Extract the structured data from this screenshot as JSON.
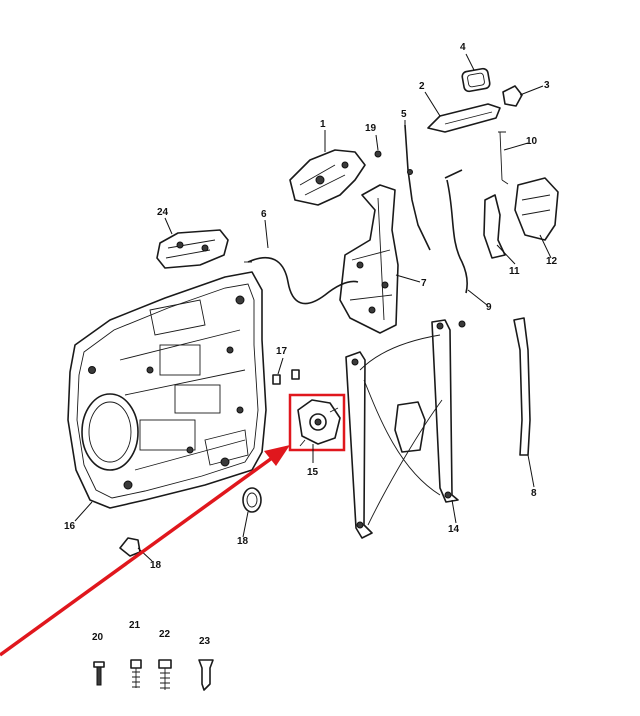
{
  "colors": {
    "accent": "#e0171d",
    "line": "#1a1a1a"
  },
  "callouts": {
    "c1": "1",
    "c2": "2",
    "c3": "3",
    "c4": "4",
    "c5": "5",
    "c6": "6",
    "c7": "7",
    "c8": "8",
    "c9": "9",
    "c10": "10",
    "c11": "11",
    "c12": "12",
    "c14": "14",
    "c15": "15",
    "c16": "16",
    "c17": "17",
    "c18a": "18",
    "c18b": "18",
    "c19": "19",
    "c20": "20",
    "c21": "21",
    "c22": "22",
    "c23": "23",
    "c24": "24"
  }
}
